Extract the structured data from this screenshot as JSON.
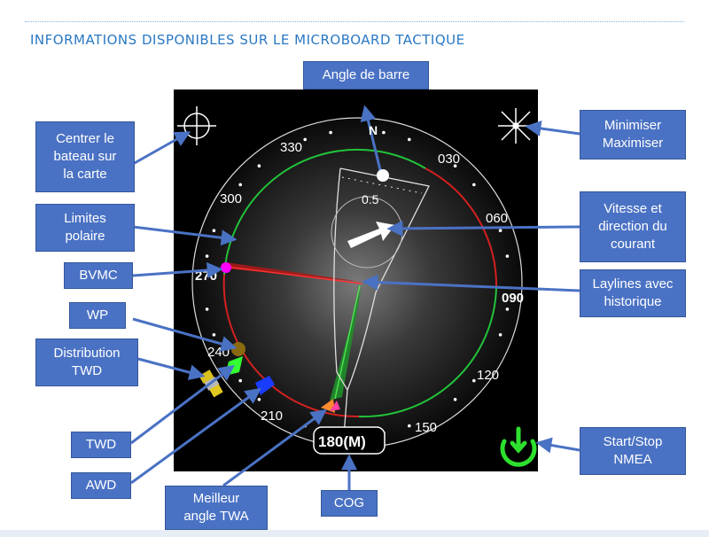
{
  "heading": "INFORMATIONS DISPONIBLES SUR LE MICROBOARD TACTIQUE",
  "dial": {
    "north": "N",
    "ticks": [
      "330",
      "030",
      "300",
      "060",
      "270",
      "090",
      "240",
      "120",
      "210",
      "150"
    ],
    "speed": "0.5",
    "cog": "180(M)"
  },
  "callouts": {
    "rudder": "Angle de barre",
    "center": "Centrer le\nbateau sur\nla carte",
    "minimize": "Minimiser\nMaximiser",
    "polar": "Limites\npolaire",
    "current": "Vitesse et\ndirection du\ncourant",
    "bvmc": "BVMC",
    "laylines": "Laylines avec\nhistorique",
    "wp": "WP",
    "twd_dist": "Distribution\nTWD",
    "twd": "TWD",
    "awd": "AWD",
    "twa": "Meilleur\nangle TWA",
    "cog": "COG",
    "nmea": "Start/Stop\nNMEA"
  },
  "colors": {
    "callout_fill": "#4a72c4",
    "polar_green": "#22c43a",
    "polar_red": "#d42020",
    "bvmc_marker": "#ff00ff",
    "nmea_icon": "#2ee02e"
  }
}
